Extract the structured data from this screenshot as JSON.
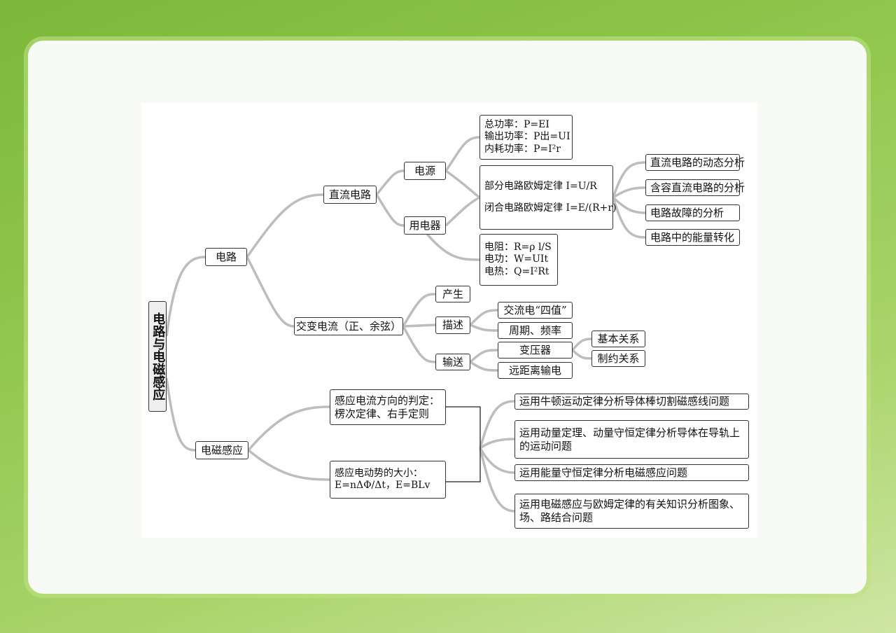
{
  "root": "电路与电磁感应",
  "circuit": "电路",
  "em": "电磁感应",
  "dc": "直流电路",
  "ac": "交变电流（正、余弦）",
  "source": "电源",
  "appliance": "用电器",
  "power": [
    "总功率：P=EI",
    "输出功率：P出=UI",
    "内耗功率：P=I²r"
  ],
  "ohm": {
    "partial": "部分电路欧姆定律 I=U/R",
    "closed": "闭合电路欧姆定律 I=E/(R+r)"
  },
  "device": [
    "电阻：R=ρ l/S",
    "电功：W=UIt",
    "电热：Q=I²Rt"
  ],
  "dc_analysis": [
    "直流电路的动态分析",
    "含容直流电路的分析",
    "电路故障的分析",
    "电路中的能量转化"
  ],
  "ac_items": [
    "产生",
    "描述",
    "输送"
  ],
  "ac_desc": [
    "交流电“四值”",
    "周期、频率"
  ],
  "ac_trans": [
    "变压器",
    "远距离输电"
  ],
  "transformer": [
    "基本关系",
    "制约关系"
  ],
  "em_dir": [
    "感应电流方向的判定：",
    "楞次定律、右手定则"
  ],
  "em_emf": [
    "感应电动势的大小：",
    "E=nΔΦ/Δt，E=BLv"
  ],
  "em_apps": [
    "运用牛顿运动定律分析导体棒切割磁感线问题",
    "运用动量定理、动量守恒定律分析导体在导轨上的运动问题",
    "运用能量守恒定律分析电磁感应问题",
    "运用电磁感应与欧姆定律的有关知识分析图象、场、路结合问题"
  ]
}
